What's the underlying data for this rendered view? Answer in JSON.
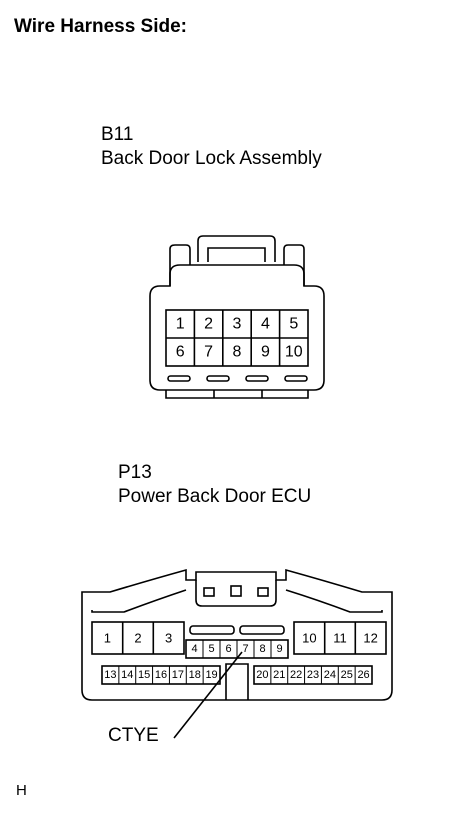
{
  "heading": "Wire Harness Side:",
  "connectors": {
    "b11": {
      "code": "B11",
      "name": "Back Door Lock Assembly",
      "pins_row1": [
        "1",
        "2",
        "3",
        "4",
        "5"
      ],
      "pins_row2": [
        "6",
        "7",
        "8",
        "9",
        "10"
      ]
    },
    "p13": {
      "code": "P13",
      "name": "Power Back Door ECU",
      "pins_left": [
        "1",
        "2",
        "3"
      ],
      "pins_right": [
        "10",
        "11",
        "12"
      ],
      "pins_mid": [
        "4",
        "5",
        "6",
        "7",
        "8",
        "9"
      ],
      "pins_bottom_left": [
        "13",
        "14",
        "15",
        "16",
        "17",
        "18",
        "19"
      ],
      "pins_bottom_right": [
        "20",
        "21",
        "22",
        "23",
        "24",
        "25",
        "26"
      ],
      "callout": "CTYE"
    }
  },
  "footer": "H"
}
